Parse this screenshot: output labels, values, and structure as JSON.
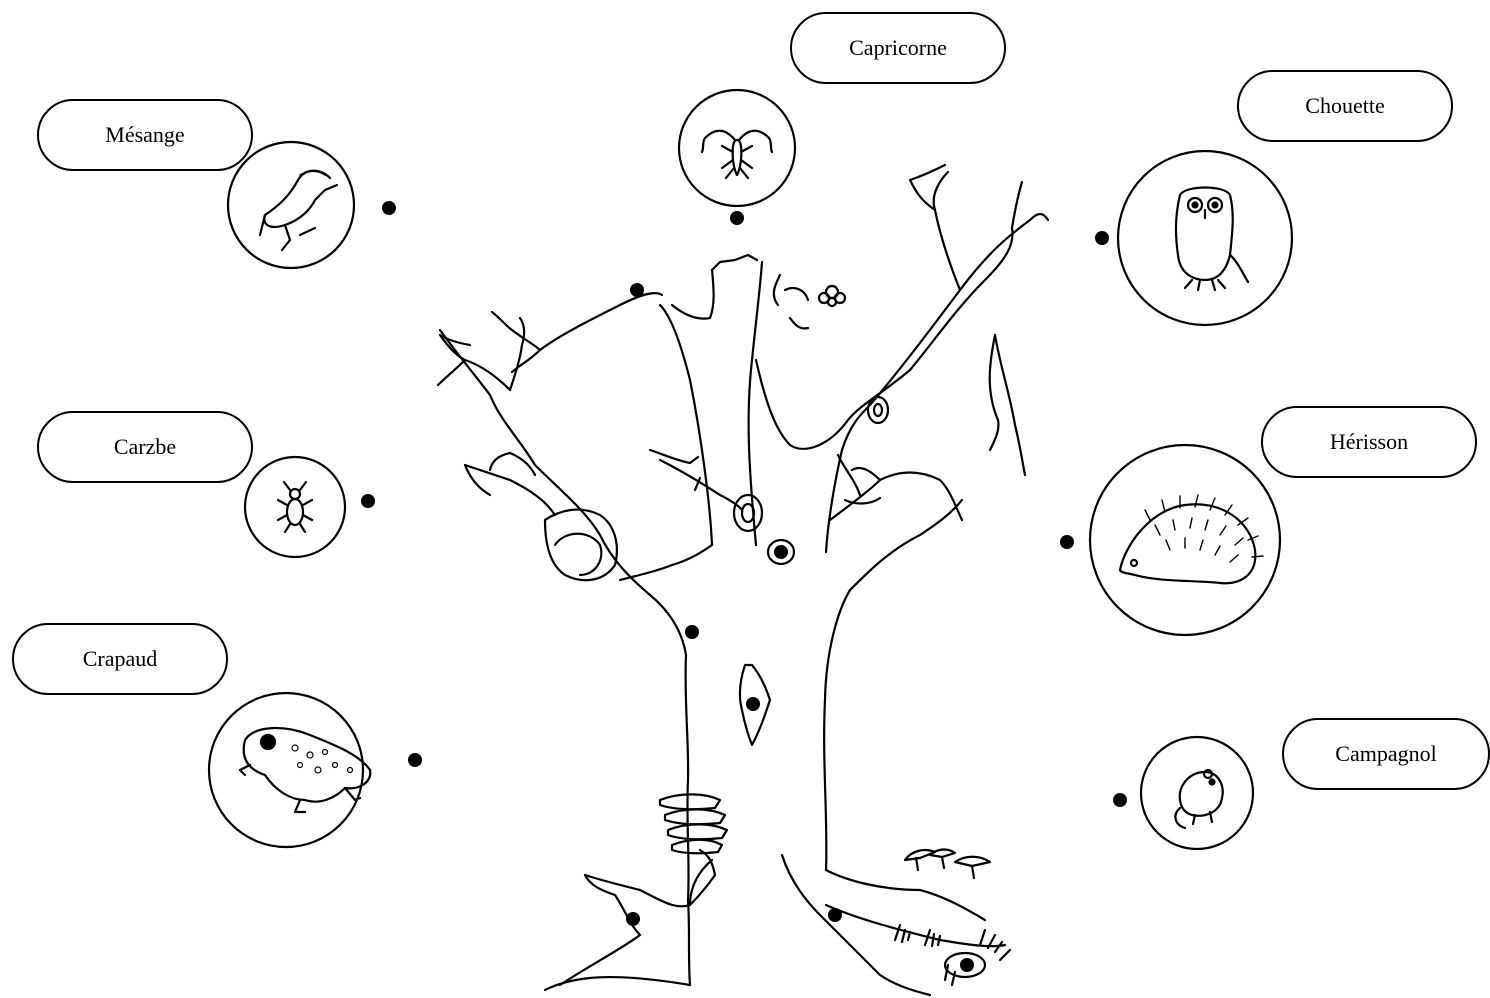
{
  "labels": {
    "mesange": "Mésange",
    "capricorne": "Capricorne",
    "chouette": "Chouette",
    "carzbe": "Carzbe",
    "herisson": "Hérisson",
    "crapaud": "Crapaud",
    "campagnol": "Campagnol"
  },
  "colors": {
    "ink": "#000000",
    "background": "#ffffff"
  }
}
